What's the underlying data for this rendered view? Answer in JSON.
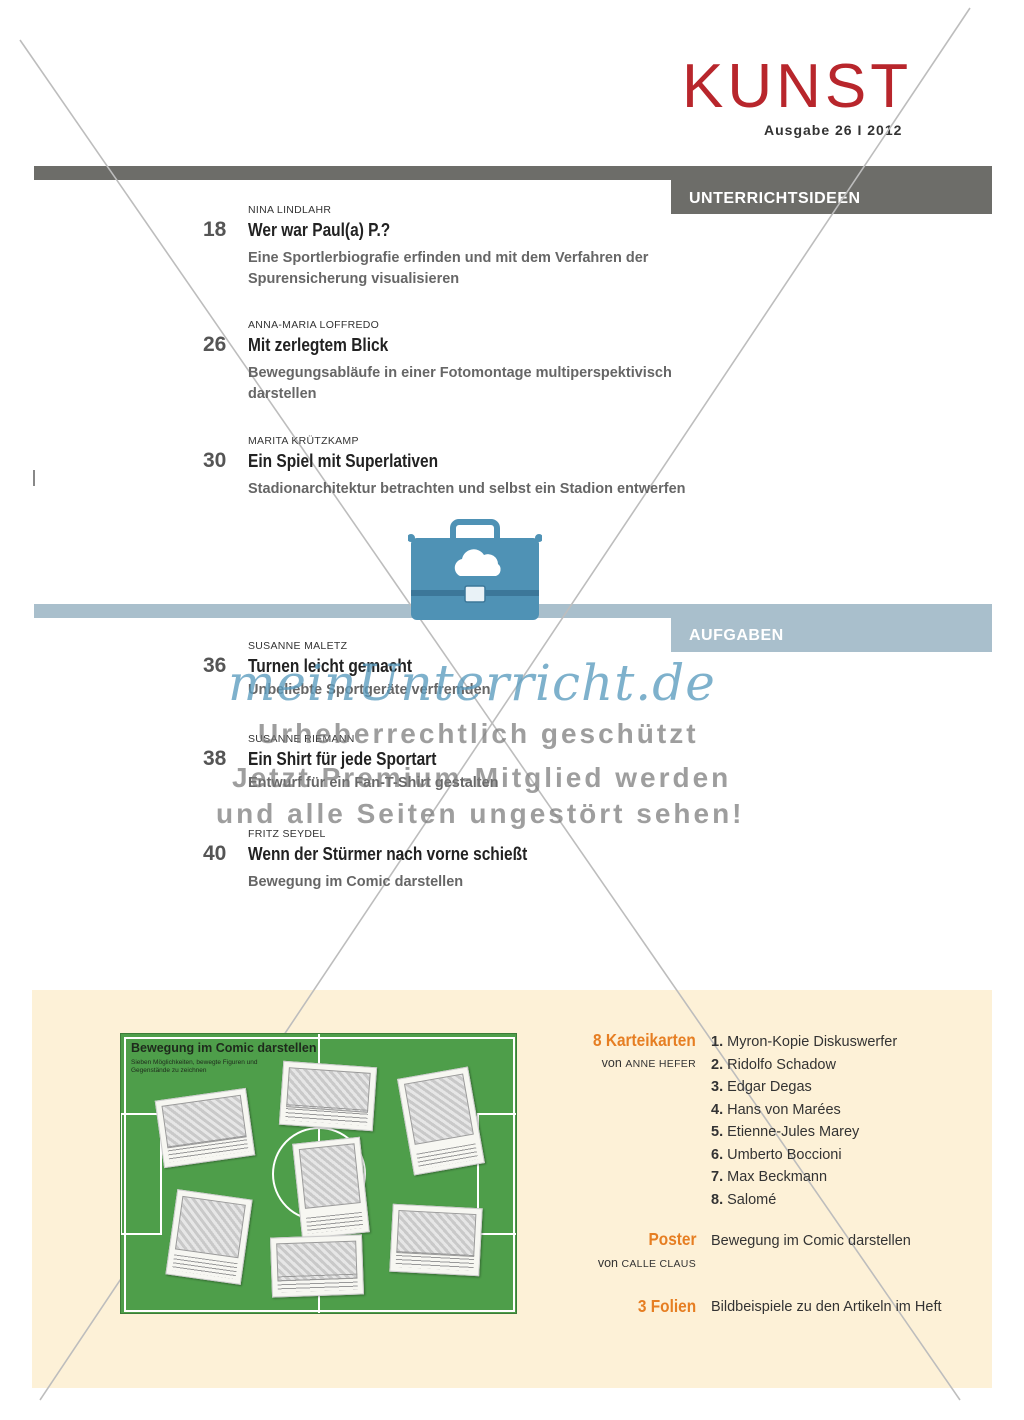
{
  "header": {
    "brand": "KUNST",
    "issue": "Ausgabe 26 I 2012"
  },
  "sections": {
    "ideas_label": "UNTERRICHTSIDEEN",
    "tasks_label": "AUFGABEN"
  },
  "ideas": [
    {
      "author": "NINA LINDLAHR",
      "page": "18",
      "title": "Wer war Paul(a) P.?",
      "subtitle": "Eine Sportlerbiografie erfinden und mit dem Verfahren der Spurensicherung visualisieren"
    },
    {
      "author": "ANNA-MARIA LOFFREDO",
      "page": "26",
      "title": "Mit zerlegtem Blick",
      "subtitle": "Bewegungsabläufe in einer Fotomontage multiperspektivisch darstellen"
    },
    {
      "author": "MARITA KRÜTZKAMP",
      "page": "30",
      "title": "Ein Spiel mit Superlativen",
      "subtitle": "Stadionarchitektur betrachten und selbst ein Stadion entwerfen"
    }
  ],
  "tasks": [
    {
      "author": "SUSANNE MALETZ",
      "page": "36",
      "title": "Turnen leicht gemacht",
      "subtitle": "Unbeliebte Sportgeräte verfremden"
    },
    {
      "author": "SUSANNE RIEMANN",
      "page": "38",
      "title": "Ein Shirt für jede Sportart",
      "subtitle": "Entwurf für ein Fan-T-Shirt gestalten"
    },
    {
      "author": "FRITZ SEYDEL",
      "page": "40",
      "title": "Wenn der Stürmer nach vorne schießt",
      "subtitle": "Bewegung im Comic darstellen"
    }
  ],
  "watermark": {
    "logo": "meinUnterricht.de",
    "line1": "Urheberrechtlich geschützt",
    "line2": "Jetzt Premium-Mitglied werden",
    "line3": "und alle Seiten ungestört sehen!"
  },
  "materials": {
    "poster_preview": {
      "title": "Bewegung im Comic darstellen",
      "subtitle": "Sieben Möglichkeiten, bewegte Figuren und Gegenstände zu zeichnen"
    },
    "cards": {
      "label": "8 Karteikarten",
      "by_prefix": "von",
      "by_name": "ANNE HEFER",
      "items": [
        {
          "num": "1.",
          "name": "Myron-Kopie Diskuswerfer"
        },
        {
          "num": "2.",
          "name": "Ridolfo Schadow"
        },
        {
          "num": "3.",
          "name": "Edgar Degas"
        },
        {
          "num": "4.",
          "name": "Hans von Marées"
        },
        {
          "num": "5.",
          "name": "Etienne-Jules Marey"
        },
        {
          "num": "6.",
          "name": "Umberto Boccioni"
        },
        {
          "num": "7.",
          "name": "Max Beckmann"
        },
        {
          "num": "8.",
          "name": "Salomé"
        }
      ]
    },
    "poster": {
      "label": "Poster",
      "by_prefix": "von",
      "by_name": "CALLE CLAUS",
      "desc": "Bewegung im Comic darstellen"
    },
    "slides": {
      "label": "3 Folien",
      "desc": "Bildbeispiele zu den Artikeln im Heft"
    }
  },
  "colors": {
    "brand_red": "#b8262c",
    "ideas_bar": "#6d6d69",
    "tasks_bar": "#a9bfcc",
    "accent_orange": "#e67e22",
    "cream": "#fdf1d7",
    "field_green": "#4e9e4a"
  }
}
